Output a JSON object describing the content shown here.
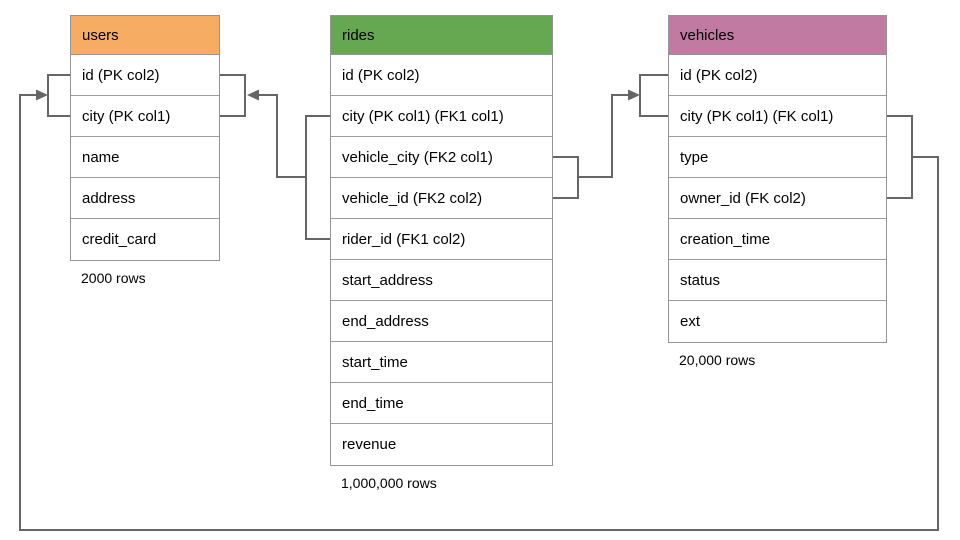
{
  "style": {
    "line_color": "#666666",
    "table_border_color": "#949494",
    "text_color": "#000000",
    "background": "#FFFFFF"
  },
  "tables": [
    {
      "name": "users",
      "header_color": "#F6AC62",
      "columns": [
        "id (PK col2)",
        "city (PK col1)",
        "name",
        "address",
        "credit_card"
      ],
      "row_count": "2000 rows"
    },
    {
      "name": "rides",
      "header_color": "#66A852",
      "columns": [
        "id (PK col2)",
        "city (PK col1) (FK1 col1)",
        "vehicle_city (FK2 col1)",
        "vehicle_id (FK2 col2)",
        "rider_id (FK1 col2)",
        "start_address",
        "end_address",
        "start_time",
        "end_time",
        "revenue"
      ],
      "row_count": "1,000,000 rows"
    },
    {
      "name": "vehicles",
      "header_color": "#C17BA2",
      "columns": [
        "id (PK col2)",
        "city (PK col1) (FK col1)",
        "type",
        "owner_id (FK col2)",
        "creation_time",
        "status",
        "ext"
      ],
      "row_count": "20,000 rows"
    }
  ],
  "relationships": [
    {
      "id": "FK1",
      "from_table": "rides",
      "from_columns": [
        "city (FK1 col1)",
        "rider_id (FK1 col2)"
      ],
      "to_table": "users",
      "to_columns": [
        "id (PK col2)",
        "city (PK col1)"
      ]
    },
    {
      "id": "FK2",
      "from_table": "rides",
      "from_columns": [
        "vehicle_city (FK2 col1)",
        "vehicle_id (FK2 col2)"
      ],
      "to_table": "vehicles",
      "to_columns": [
        "id (PK col2)",
        "city (PK col1)"
      ]
    },
    {
      "id": "FK",
      "from_table": "vehicles",
      "from_columns": [
        "city (FK col1)",
        "owner_id (FK col2)"
      ],
      "to_table": "users",
      "to_columns": [
        "id (PK col2)",
        "city (PK col1)"
      ]
    }
  ]
}
